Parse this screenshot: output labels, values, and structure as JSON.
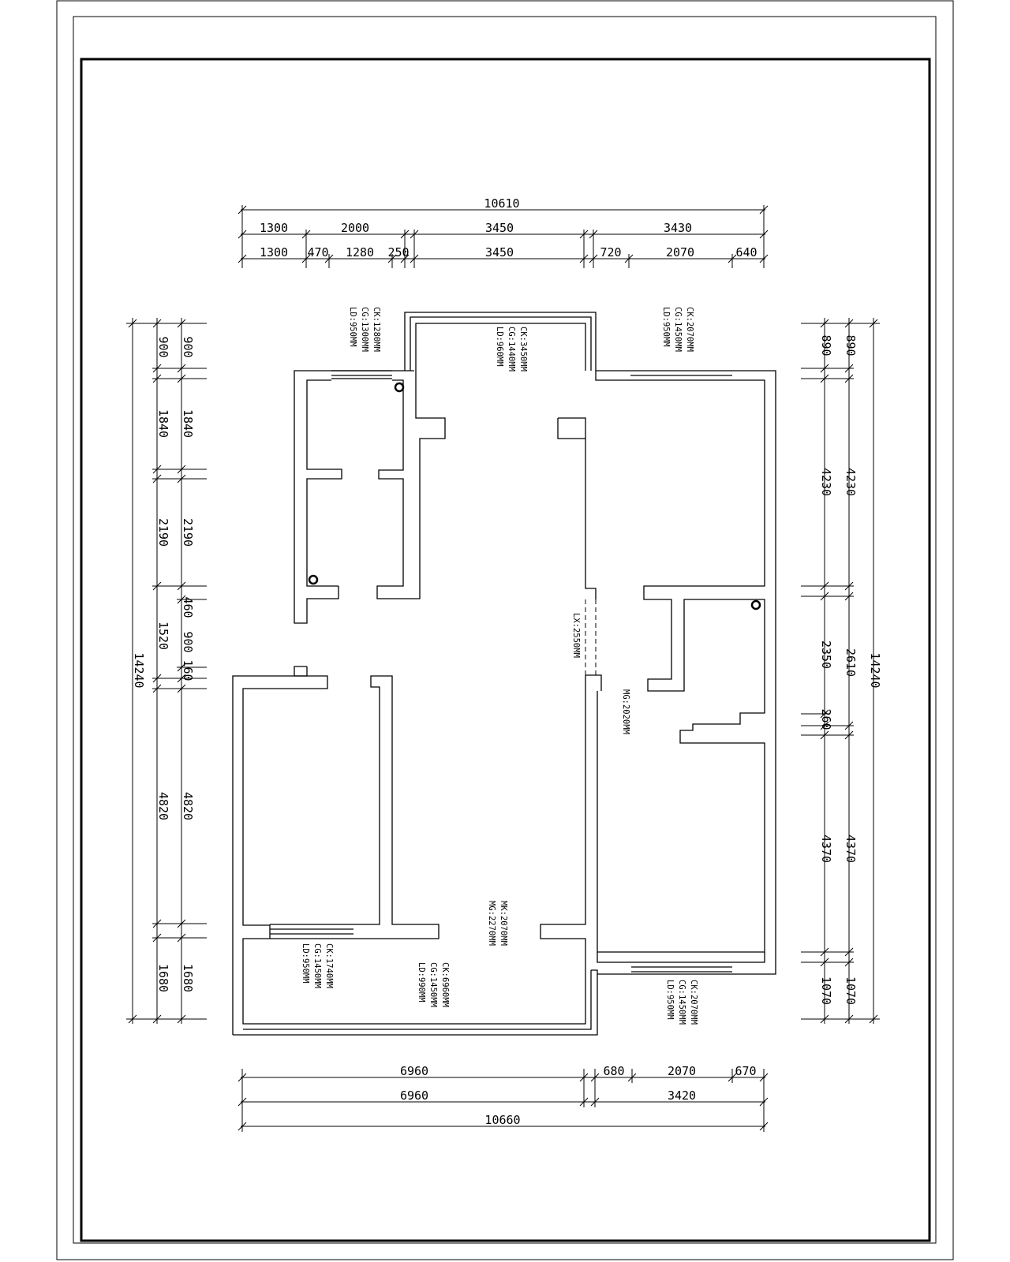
{
  "drawing": {
    "top_dimensions": {
      "overall": "10610",
      "row_mid": [
        "1300",
        "2000",
        "3450",
        "3430"
      ],
      "row_detail": [
        "1300",
        "470",
        "1280",
        "250",
        "3450",
        "720",
        "2070",
        "640"
      ]
    },
    "bottom_dimensions": {
      "row_detail": [
        "6960",
        "680",
        "2070",
        "670"
      ],
      "row_mid": [
        "6960",
        "3420"
      ],
      "overall": "10660"
    },
    "left_dimensions": {
      "overall": "14240",
      "outer_chain": [
        "900",
        "1840",
        "2190",
        "1520",
        "4820",
        "1680"
      ],
      "inner_chain": [
        "900",
        "1840",
        "2190",
        "460",
        "900",
        "160",
        "4820",
        "1680"
      ]
    },
    "right_dimensions": {
      "overall": "14240",
      "outer_chain": [
        "890",
        "4230",
        "2610",
        "4370",
        "1070"
      ],
      "inner_chain": [
        "890",
        "4230",
        "2350",
        "260",
        "4370",
        "1070"
      ]
    },
    "window_notes": {
      "top_left": [
        "CK:1280MM",
        "CG:1300MM",
        "LD:950MM"
      ],
      "top_center": [
        "CK:3450MM",
        "CG:1440MM",
        "LD:960MM"
      ],
      "top_right": [
        "CK:2070MM",
        "CG:1450MM",
        "LD:950MM"
      ],
      "bottom_left": [
        "CK:1740MM",
        "CG:1450MM",
        "LD:950MM"
      ],
      "bottom_center": [
        "CK:6960MM",
        "CG:1450MM",
        "LD:990MM"
      ],
      "bottom_right": [
        "CK:2070MM",
        "CG:1450MM",
        "LD:950MM"
      ]
    },
    "beam_notes": {
      "lx": "LX:2550MM",
      "mg_right": "MG:2020MM",
      "mk": "MK:2070MM",
      "mg_bottom": "MG:2270MM"
    }
  }
}
